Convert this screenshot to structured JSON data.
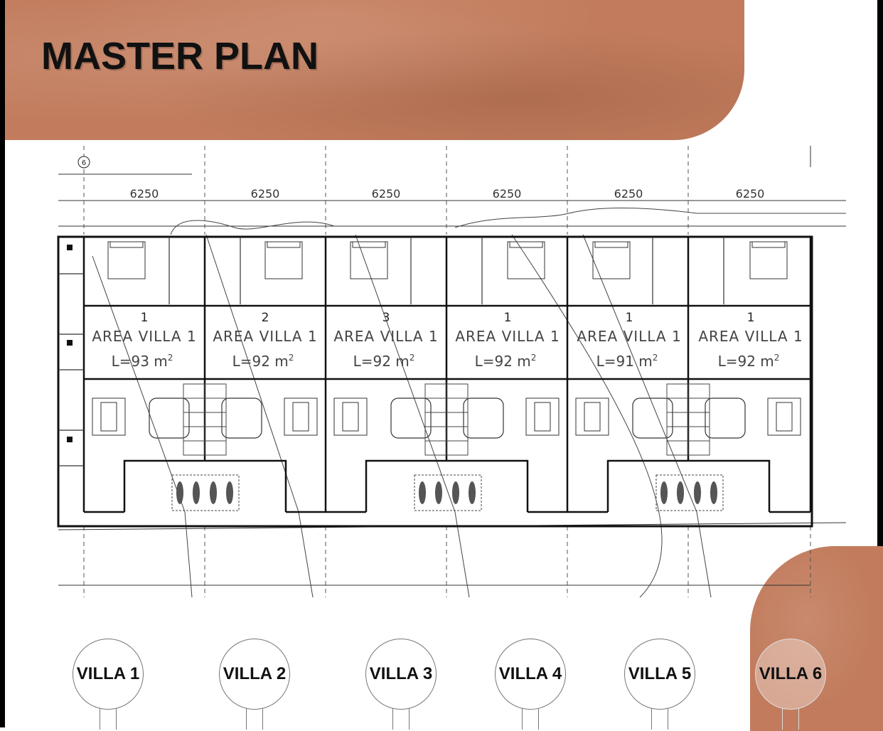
{
  "header": {
    "title": "MASTER PLAN"
  },
  "colors": {
    "accent": "#c27c5d",
    "line": "#111111"
  },
  "plan": {
    "axis_marker": "6",
    "dimensions": [
      "6250",
      "6250",
      "6250",
      "6250",
      "6250",
      "6250"
    ],
    "units": [
      {
        "number": "1",
        "area": "AREA VILLA 1",
        "size": "L=93 m",
        "sup": "2"
      },
      {
        "number": "2",
        "area": "AREA VILLA 1",
        "size": "L=92 m",
        "sup": "2"
      },
      {
        "number": "3",
        "area": "AREA VILLA 1",
        "size": "L=92 m",
        "sup": "2"
      },
      {
        "number": "1",
        "area": "AREA VILLA 1",
        "size": "L=92 m",
        "sup": "2"
      },
      {
        "number": "1",
        "area": "AREA VILLA 1",
        "size": "L=91 m",
        "sup": "2"
      },
      {
        "number": "1",
        "area": "AREA VILLA 1",
        "size": "L=92 m",
        "sup": "2"
      }
    ]
  },
  "villas": [
    "VILLA 1",
    "VILLA 2",
    "VILLA 3",
    "VILLA 4",
    "VILLA 5",
    "VILLA 6"
  ]
}
